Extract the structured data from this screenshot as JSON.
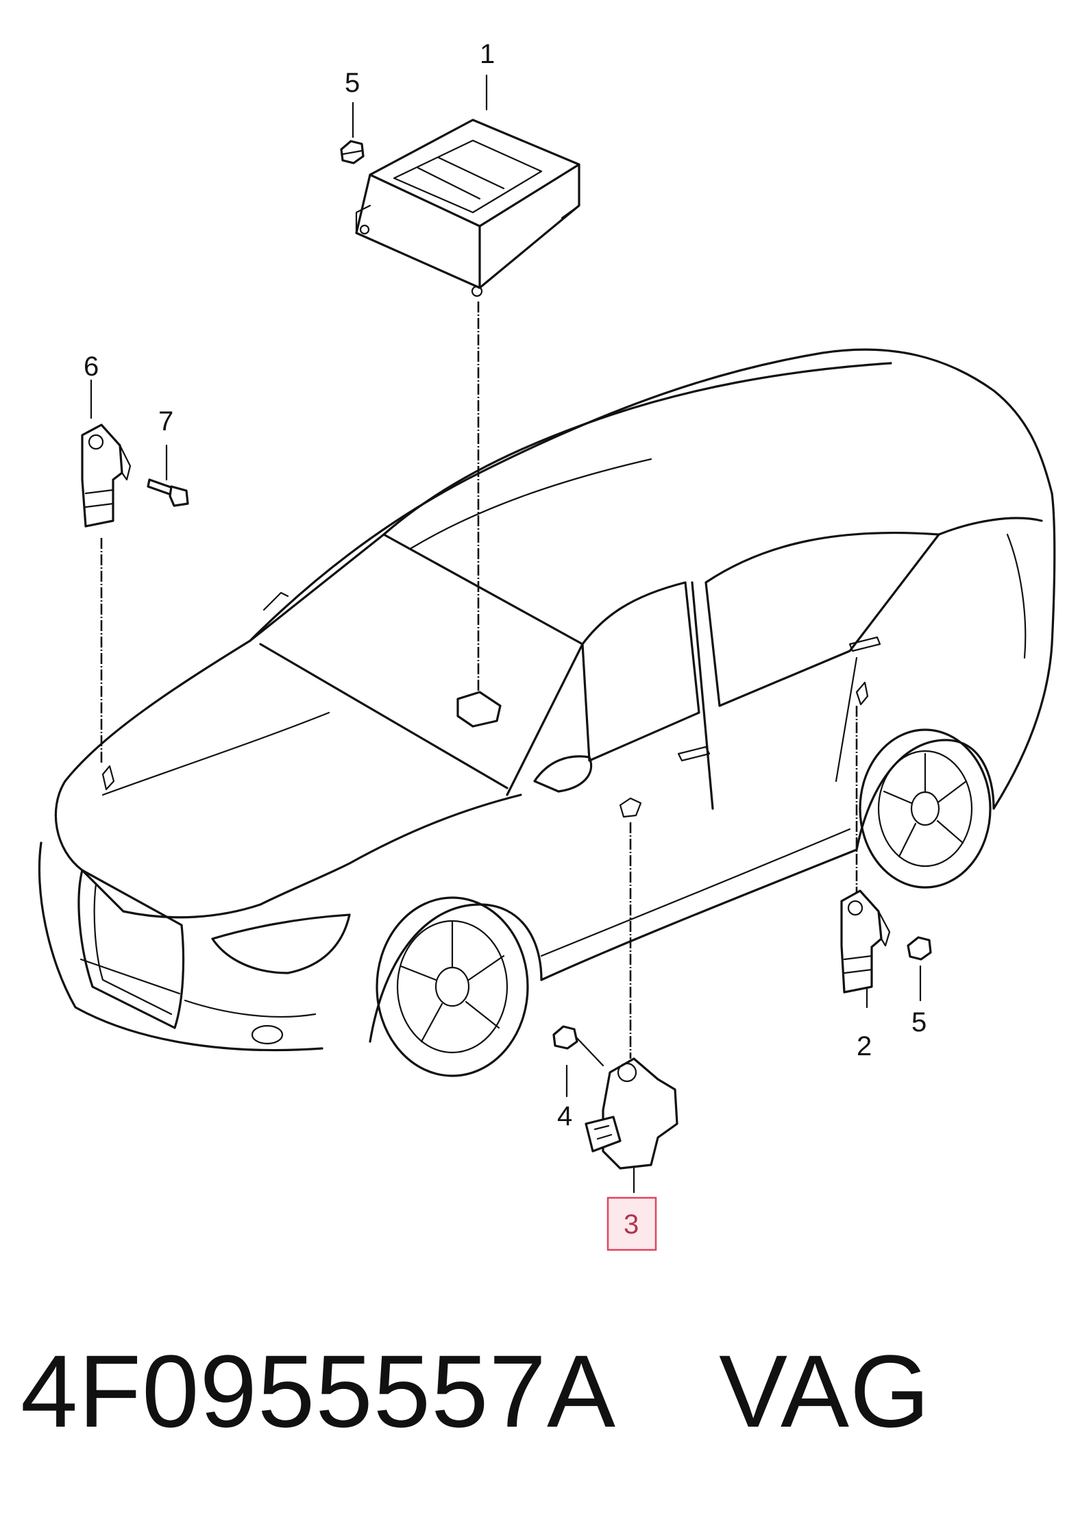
{
  "callouts": {
    "c1": "1",
    "c2": "2",
    "c3": "3",
    "c4": "4",
    "c5a": "5",
    "c5b": "5",
    "c6": "6",
    "c7": "7"
  },
  "highlight_color": "#e0465a",
  "part_number": "4F0955557A",
  "brand": "VAG"
}
